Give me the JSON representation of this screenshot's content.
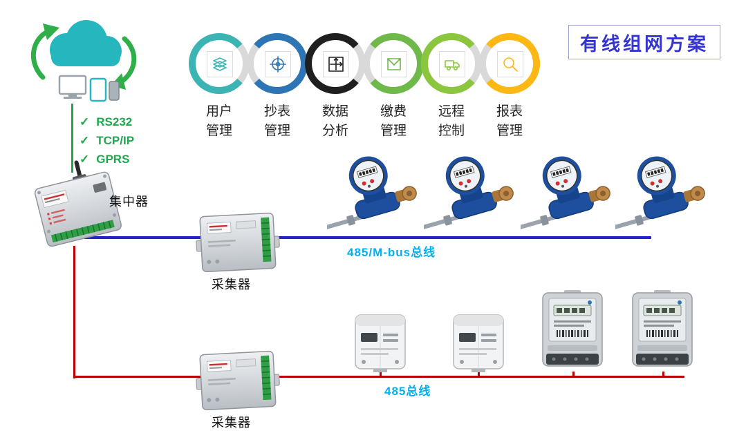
{
  "title": {
    "text": "有线组网方案",
    "color": "#3434cf"
  },
  "protocols": {
    "check": "✓",
    "color": "#1ea84d",
    "items": [
      "RS232",
      "TCP/IP",
      "GPRS"
    ]
  },
  "features": [
    {
      "line1": "用户",
      "line2": "管理",
      "color": "#3cb4b4",
      "icon": "layers-icon"
    },
    {
      "line1": "抄表",
      "line2": "管理",
      "color": "#2e75b6",
      "icon": "dial-crosshair-icon"
    },
    {
      "line1": "数据",
      "line2": "分析",
      "color": "#1f1f1f",
      "icon": "expand-arrows-icon"
    },
    {
      "line1": "缴费",
      "line2": "管理",
      "color": "#6fb84a",
      "icon": "envelope-icon"
    },
    {
      "line1": "远程",
      "line2": "控制",
      "color": "#8cc63f",
      "icon": "truck-icon"
    },
    {
      "line1": "报表",
      "line2": "管理",
      "color": "#fdb813",
      "icon": "magnifier-icon"
    }
  ],
  "devices": {
    "concentrator": "集中器",
    "collector_top": "采集器",
    "collector_bottom": "采集器"
  },
  "buses": {
    "mbus": {
      "label": "485/M-bus总线",
      "line_color": "#2323cd",
      "label_color": "#00b0f0"
    },
    "b485": {
      "label": "485总线",
      "line_color": "#c00000",
      "label_color": "#00b0f0"
    }
  },
  "uplink": {
    "color": "#1ea84d"
  },
  "cloud": {
    "icon": "cloud-platform-icon",
    "color": "#26b6bd"
  }
}
